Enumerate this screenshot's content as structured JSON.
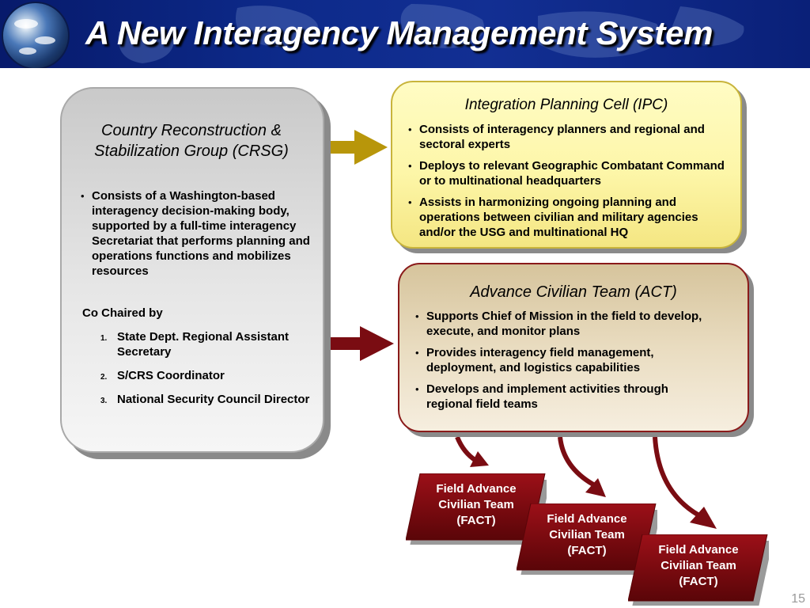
{
  "header": {
    "title": "A New Interagency Management System"
  },
  "crsg": {
    "title": "Country Reconstruction & Stabilization Group (CRSG)",
    "bullets": [
      "Consists of a Washington-based interagency decision-making body, supported by a full-time interagency Secretariat that performs planning and operations functions and mobilizes resources"
    ],
    "cochaired_label": "Co Chaired by",
    "cochairs": [
      {
        "num": "1.",
        "text": "State Dept. Regional Assistant Secretary"
      },
      {
        "num": "2.",
        "text": "S/CRS Coordinator"
      },
      {
        "num": "3.",
        "text": "National Security Council Director"
      }
    ]
  },
  "ipc": {
    "title": "Integration Planning Cell (IPC)",
    "bullets": [
      "Consists of interagency planners and regional and sectoral experts",
      "Deploys to relevant Geographic Combatant Command or to multinational headquarters",
      "Assists in harmonizing ongoing planning and operations between civilian and military agencies and/or the USG and multinational HQ"
    ]
  },
  "act": {
    "title": "Advance Civilian Team (ACT)",
    "bullets": [
      "Supports Chief of Mission in the field to develop, execute, and monitor plans",
      "Provides interagency field management, deployment, and logistics capabilities",
      "Develops and implement activities through regional field teams"
    ]
  },
  "facts": [
    {
      "line1": "Field Advance",
      "line2": "Civilian Team",
      "line3": "(FACT)"
    },
    {
      "line1": "Field Advance",
      "line2": "Civilian Team",
      "line3": "(FACT)"
    },
    {
      "line1": "Field Advance",
      "line2": "Civilian Team",
      "line3": "(FACT)"
    }
  ],
  "colors": {
    "header_blue": "#0d2a8a",
    "gold_arrow": "#b8960a",
    "maroon": "#7a0c12"
  },
  "page_number": "15"
}
